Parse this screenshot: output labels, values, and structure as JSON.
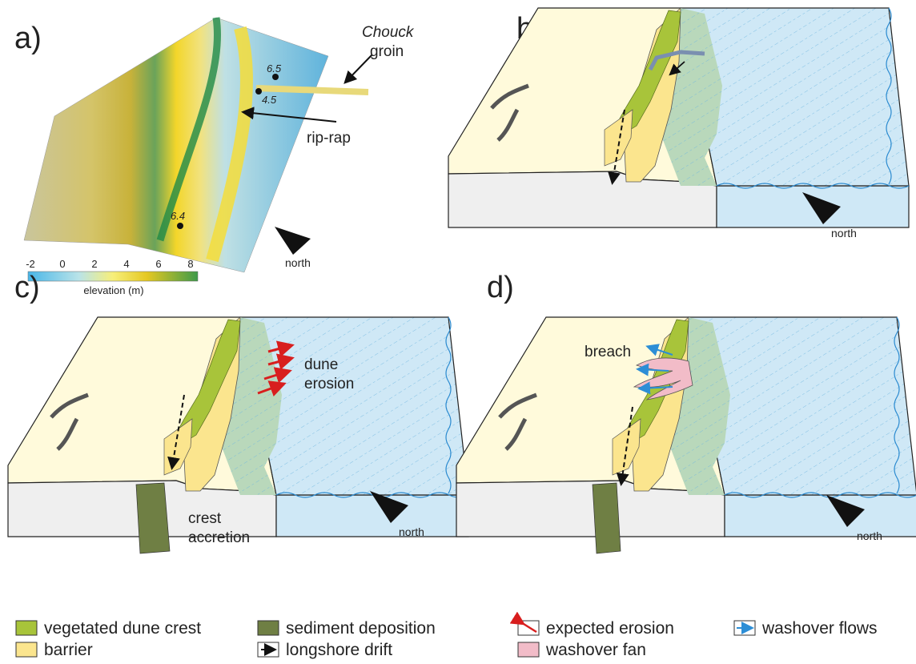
{
  "panels": {
    "a": {
      "label": "a)",
      "annotations": {
        "groin_1": "Chouck",
        "groin_2": "groin",
        "riprap": "rip-rap"
      },
      "points": [
        "6.5",
        "4.5",
        "6.4"
      ],
      "colorbar": {
        "ticks": [
          "-2",
          "0",
          "2",
          "4",
          "6",
          "8"
        ],
        "title": "elevation (m)"
      },
      "north": "north"
    },
    "b": {
      "label": "b)",
      "north": "north"
    },
    "c": {
      "label": "c)",
      "dune_erosion_1": "dune",
      "dune_erosion_2": "erosion",
      "crest_accretion_1": "crest",
      "crest_accretion_2": "accretion",
      "north": "north"
    },
    "d": {
      "label": "d)",
      "breach": "breach",
      "north": "north"
    }
  },
  "legend": {
    "items": [
      {
        "label": "vegetated dune crest",
        "color": "#a8c43a"
      },
      {
        "label": "barrier",
        "color": "#fbe58e"
      },
      {
        "label": "sediment deposition",
        "color": "#6f7f44"
      },
      {
        "label": "longshore drift",
        "color": "#111111"
      },
      {
        "label": "expected erosion",
        "color": "#d81e1e"
      },
      {
        "label": "washover fan",
        "color": "#f2bcc8"
      },
      {
        "label": "washover flows",
        "color": "#2c8ed6"
      }
    ]
  },
  "colors": {
    "sea": "#cfe8f6",
    "nearshore": "#b8d8b8",
    "land": "#fffadb",
    "base": "#efefef",
    "veg": "#a8c43a",
    "barrier": "#fbe58e",
    "sediment": "#6f7f44"
  }
}
